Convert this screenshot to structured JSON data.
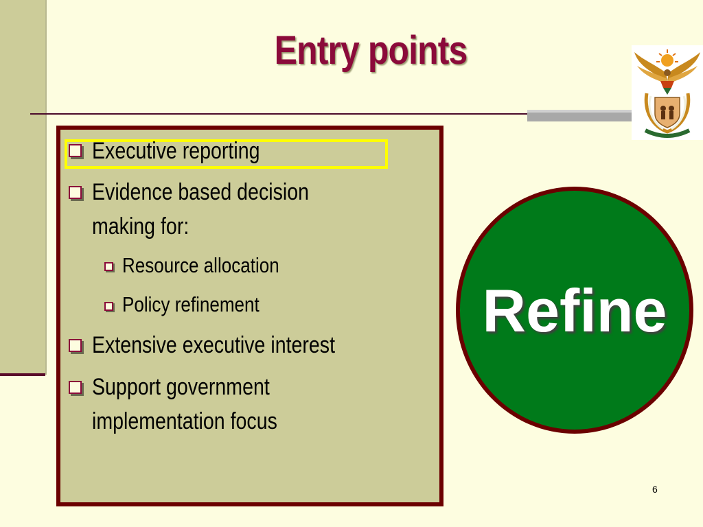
{
  "slide": {
    "title": "Entry points",
    "bullets": [
      {
        "level": 1,
        "lines": [
          "Executive reporting"
        ],
        "highlighted": true
      },
      {
        "level": 1,
        "lines": [
          "Evidence based decision",
          "making for:"
        ]
      },
      {
        "level": 2,
        "lines": [
          "Resource allocation"
        ]
      },
      {
        "level": 2,
        "lines": [
          "Policy refinement"
        ]
      },
      {
        "level": 1,
        "lines": [
          "Extensive executive interest"
        ]
      },
      {
        "level": 1,
        "lines": [
          "Support government",
          "implementation focus"
        ]
      }
    ],
    "circle_label": "Refine",
    "page_number": "6",
    "icons": {
      "bullet": "checkbox-bullet-icon",
      "emblem": "coat-of-arms-emblem"
    },
    "colors": {
      "background": "#fdfde0",
      "title": "#8b0a3a",
      "panel": "#cccc99",
      "panel_border": "#6b0000",
      "circle": "#007a1a",
      "highlight": "#ffff00"
    }
  }
}
